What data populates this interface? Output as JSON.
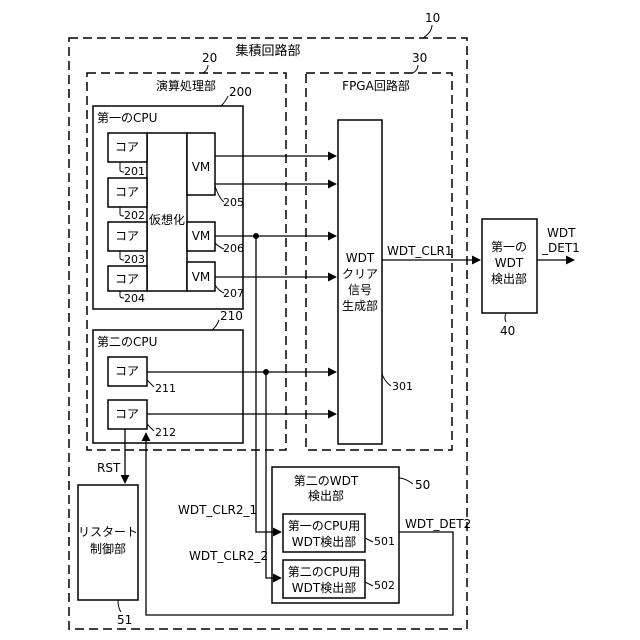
{
  "integrated": {
    "ref": "10",
    "title": "集積回路部"
  },
  "processing": {
    "ref": "20",
    "title": "演算処理部"
  },
  "fpga": {
    "ref": "30",
    "title": "FPGA回路部"
  },
  "cpu1": {
    "ref": "200",
    "title": "第一のCPU",
    "cores": [
      {
        "label": "コア",
        "ref": "201"
      },
      {
        "label": "コア",
        "ref": "202"
      },
      {
        "label": "コア",
        "ref": "203"
      },
      {
        "label": "コア",
        "ref": "204"
      }
    ],
    "virtualization": "仮想化",
    "vms": [
      {
        "label": "VM",
        "ref": "205"
      },
      {
        "label": "VM",
        "ref": "206"
      },
      {
        "label": "VM",
        "ref": "207"
      }
    ]
  },
  "cpu2": {
    "ref": "210",
    "title": "第二のCPU",
    "cores": [
      {
        "label": "コア",
        "ref": "211"
      },
      {
        "label": "コア",
        "ref": "212"
      }
    ]
  },
  "clear_gen": {
    "ref": "301",
    "lines": [
      "WDT",
      "クリア",
      "信号",
      "生成部"
    ]
  },
  "wdt1": {
    "ref": "40",
    "lines": [
      "第一の",
      "WDT",
      "検出部"
    ]
  },
  "wdt2": {
    "ref": "50",
    "title_lines": [
      "第二のWDT",
      "検出部"
    ],
    "sub": [
      {
        "lines": [
          "第一のCPU用",
          "WDT検出部"
        ],
        "ref": "501"
      },
      {
        "lines": [
          "第二のCPU用",
          "WDT検出部"
        ],
        "ref": "502"
      }
    ]
  },
  "restart": {
    "ref": "51",
    "lines": [
      "リスタート",
      "制御部"
    ]
  },
  "signals": {
    "clr1": "WDT_CLR1",
    "det1_lines": [
      "WDT",
      "_DET1"
    ],
    "clr2_1": "WDT_CLR2_1",
    "clr2_2": "WDT_CLR2_2",
    "det2": "WDT_DET2",
    "rst": "RST"
  }
}
